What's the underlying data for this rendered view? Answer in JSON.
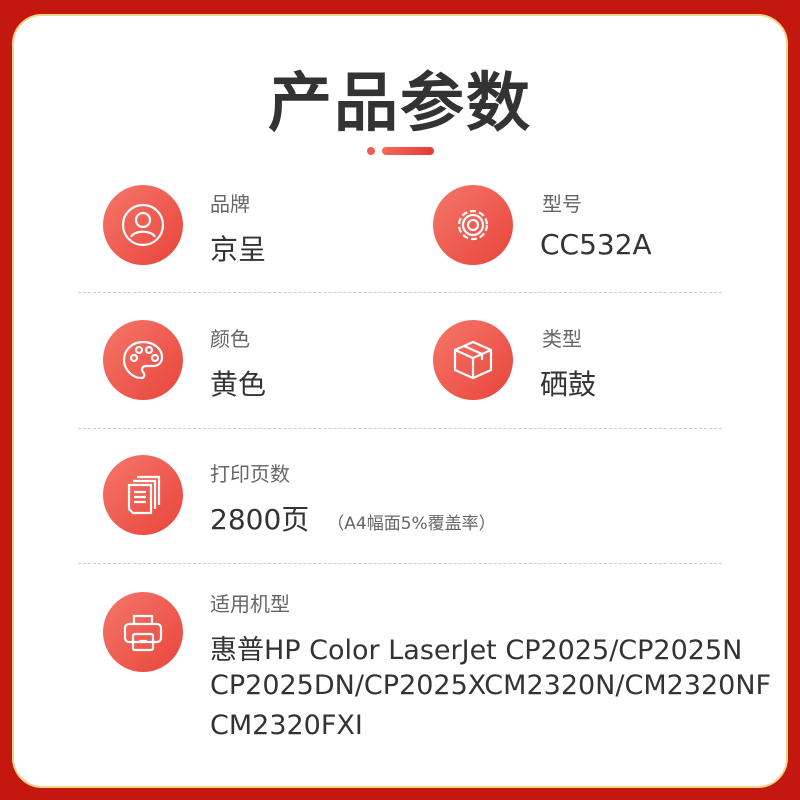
{
  "title": "产品参数",
  "specs": {
    "brand": {
      "label": "品牌",
      "value": "京呈"
    },
    "model": {
      "label": "型号",
      "value": "CC532A"
    },
    "color": {
      "label": "颜色",
      "value": "黄色"
    },
    "type": {
      "label": "类型",
      "value": "硒鼓"
    },
    "pages": {
      "label": "打印页数",
      "value": "2800页",
      "note": "（A4幅面5%覆盖率）"
    },
    "compat": {
      "label": "适用机型",
      "lines": [
        "惠普HP Color LaserJet CP2025/CP2025N",
        "CP2025DN/CP2025XCM2320N/CM2320NF",
        "CM2320FXI"
      ]
    }
  },
  "colors": {
    "background": "#c4170f",
    "accent": "#e9443a"
  }
}
